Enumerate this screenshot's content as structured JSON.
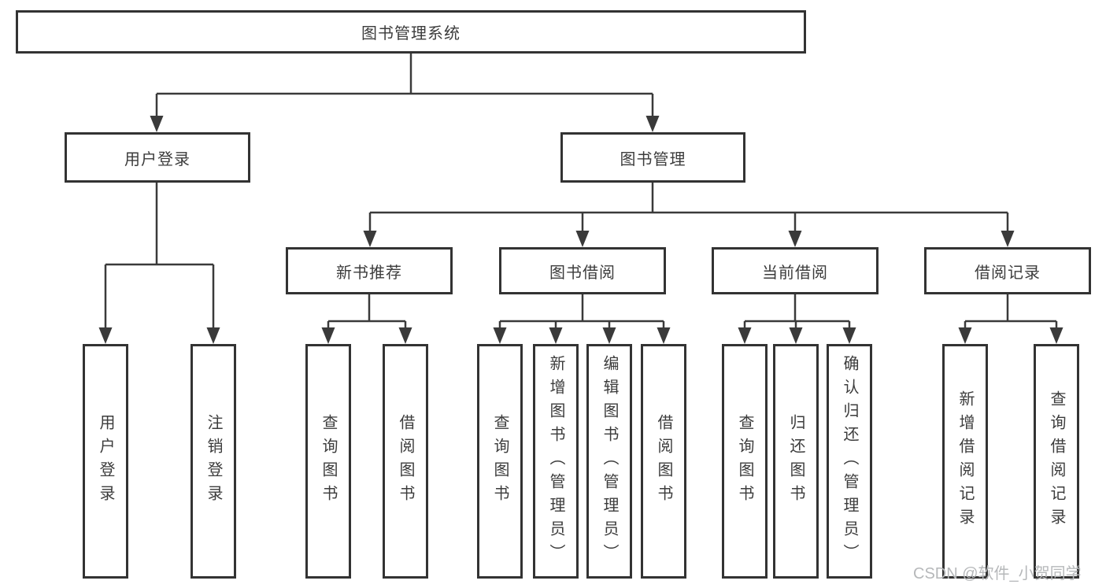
{
  "diagram": {
    "root": {
      "label": "图书管理系统"
    },
    "level2": {
      "user_login": {
        "label": "用户登录"
      },
      "book_mgmt": {
        "label": "图书管理"
      }
    },
    "level3": {
      "new_books": {
        "label": "新书推荐"
      },
      "book_borrow": {
        "label": "图书借阅"
      },
      "current_borrow": {
        "label": "当前借阅"
      },
      "borrow_records": {
        "label": "借阅记录"
      }
    },
    "leaves": {
      "user_login": [
        "用户登录",
        "注销登录"
      ],
      "new_books": [
        "查询图书",
        "借阅图书"
      ],
      "book_borrow": [
        "查询图书",
        "新增图书（管理员）",
        "编辑图书（管理员）",
        "借阅图书"
      ],
      "current_borrow": [
        "查询图书",
        "归还图书",
        "确认归还（管理员）"
      ],
      "borrow_records": [
        "新增借阅记录",
        "查询借阅记录"
      ]
    }
  },
  "watermark": {
    "text": "CSDN @软件_小贺同学"
  },
  "colors": {
    "line": "#3a3a3a",
    "border": "#333333",
    "fill": "#ffffff",
    "text": "#3c3c3c",
    "watermark": "#b6b8ba",
    "background": "#ffffff"
  }
}
